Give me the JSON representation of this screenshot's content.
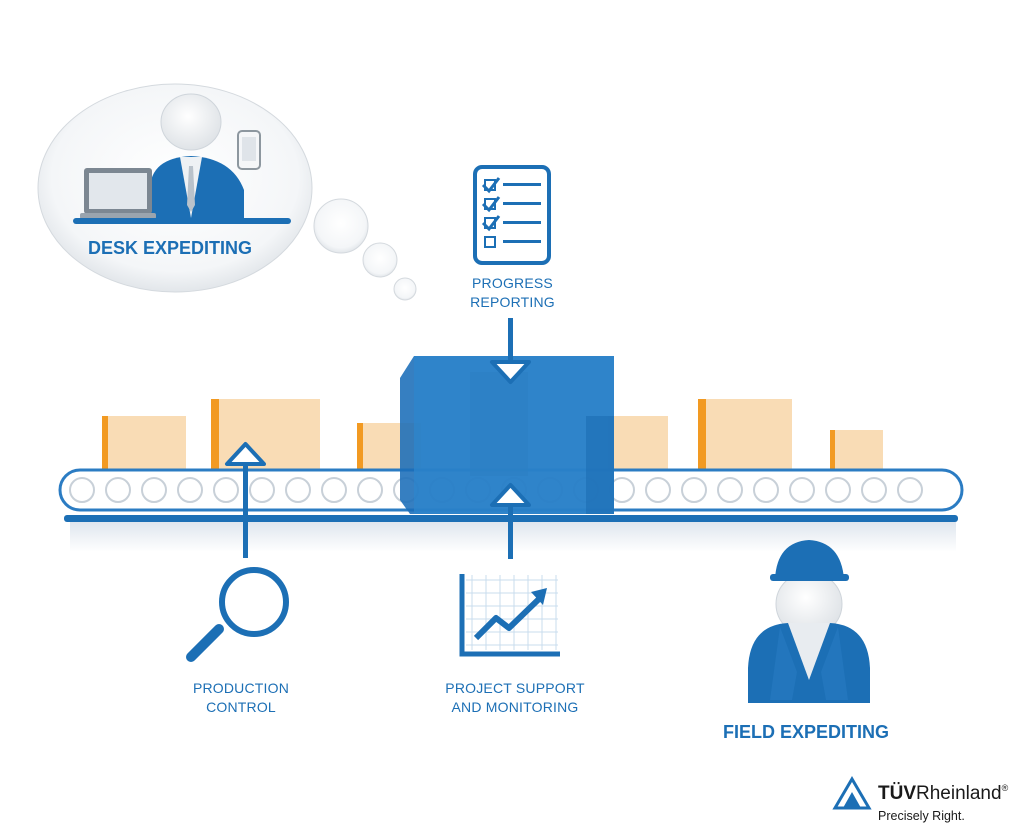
{
  "labels": {
    "desk_expediting": "DESK EXPEDITING",
    "progress_reporting": [
      "PROGRESS",
      "REPORTING"
    ],
    "production_control": [
      "PRODUCTION",
      "CONTROL"
    ],
    "project_support": [
      "PROJECT SUPPORT",
      "AND MONITORING"
    ],
    "field_expediting": "FIELD EXPEDITING"
  },
  "logo": {
    "brand_bold": "TÜV",
    "brand_rest": "Rheinland",
    "registered": "®",
    "tagline": "Precisely Right."
  },
  "colors": {
    "primary_blue": "#1c6fb5",
    "box_light": "#f9dcb5",
    "box_edge": "#f29a22",
    "belt_blue": "#2b7cc3"
  }
}
